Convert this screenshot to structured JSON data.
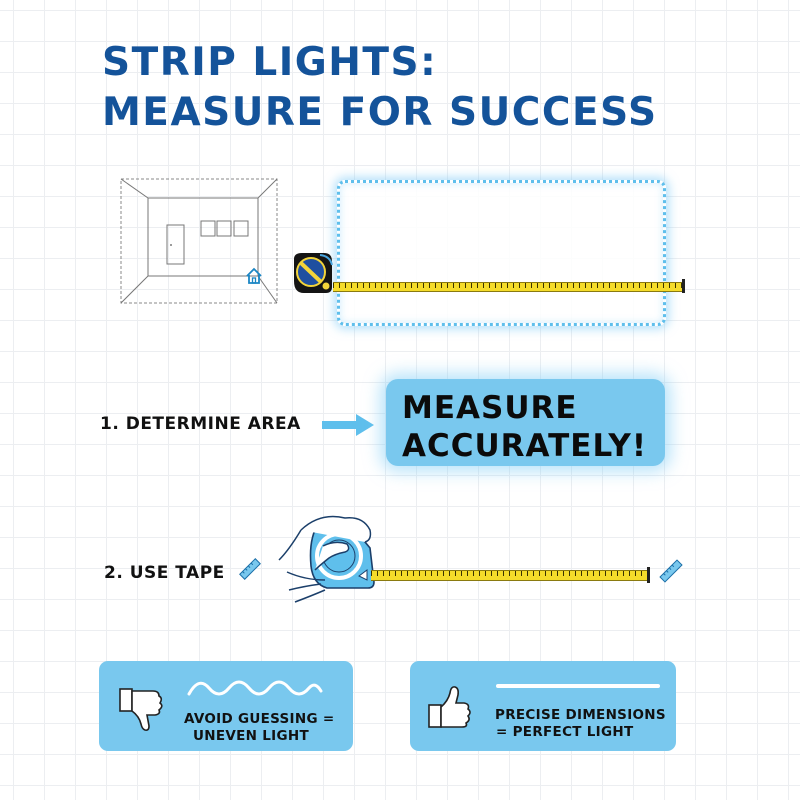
{
  "title": {
    "line1": "STRIP LIGHTS:",
    "line2": "MEASURE FOR SUCCESS",
    "color": "#14539a"
  },
  "illustrations": {
    "room": {
      "icon": "room-outline-icon",
      "badge_icon": "house-icon"
    },
    "area_box": {
      "icon": "glowing-area-outline",
      "accent": "#5fbfec"
    },
    "tape_measure_top": {
      "icon": "tape-measure-icon"
    },
    "hand_tape": {
      "icon": "hand-holding-tape-icon"
    }
  },
  "steps": [
    {
      "label": "1. DETERMINE AREA",
      "arrow_icon": "arrow-right-icon"
    },
    {
      "label": "2. USE TAPE",
      "icon": "ruler-icon"
    }
  ],
  "callout": {
    "line1": "MEASURE",
    "line2": "ACCURATELY!",
    "background": "#79c8ee"
  },
  "cards": [
    {
      "icon": "thumbs-down-icon",
      "graphic": "wavy-line",
      "line1": "AVOID GUESSING =",
      "line2": "UNEVEN LIGHT"
    },
    {
      "icon": "thumbs-up-icon",
      "graphic": "straight-line",
      "line1": "PRECISE DIMENSIONS",
      "line2": "= PERFECT LIGHT"
    }
  ],
  "colors": {
    "tape_yellow": "#f5dc2a",
    "light_blue": "#79c8ee",
    "tape_case_blue": "#1f4fa0",
    "grid": "#eceef1"
  }
}
